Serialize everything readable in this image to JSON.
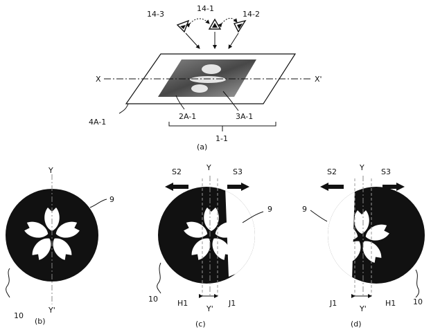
{
  "panel_a": {
    "labels": {
      "cam_left": "14-3",
      "cam_center": "14-1",
      "cam_right": "14-2",
      "axis_x": "X",
      "axis_x_prime": "X'",
      "sheet_ref": "4A-1",
      "region_left": "2A-1",
      "region_right": "3A-1",
      "assembly": "1-1",
      "caption": "(a)"
    }
  },
  "panel_b": {
    "labels": {
      "axis_y": "Y",
      "axis_y_prime": "Y'",
      "ref_9": "9",
      "ref_10": "10",
      "caption": "(b)"
    }
  },
  "panel_c": {
    "labels": {
      "shift_left": "S2",
      "shift_right": "S3",
      "axis_y": "Y",
      "axis_y_prime": "Y'",
      "ref_9": "9",
      "ref_10": "10",
      "h": "H1",
      "j": "J1",
      "caption": "(c)"
    }
  },
  "panel_d": {
    "labels": {
      "shift_left": "S2",
      "shift_right": "S3",
      "axis_y": "Y",
      "axis_y_prime": "Y'",
      "ref_9": "9",
      "ref_10": "10",
      "h": "H1",
      "j": "J1",
      "caption": "(d)"
    }
  },
  "colors": {
    "ink": "#111111",
    "background": "#ffffff"
  }
}
